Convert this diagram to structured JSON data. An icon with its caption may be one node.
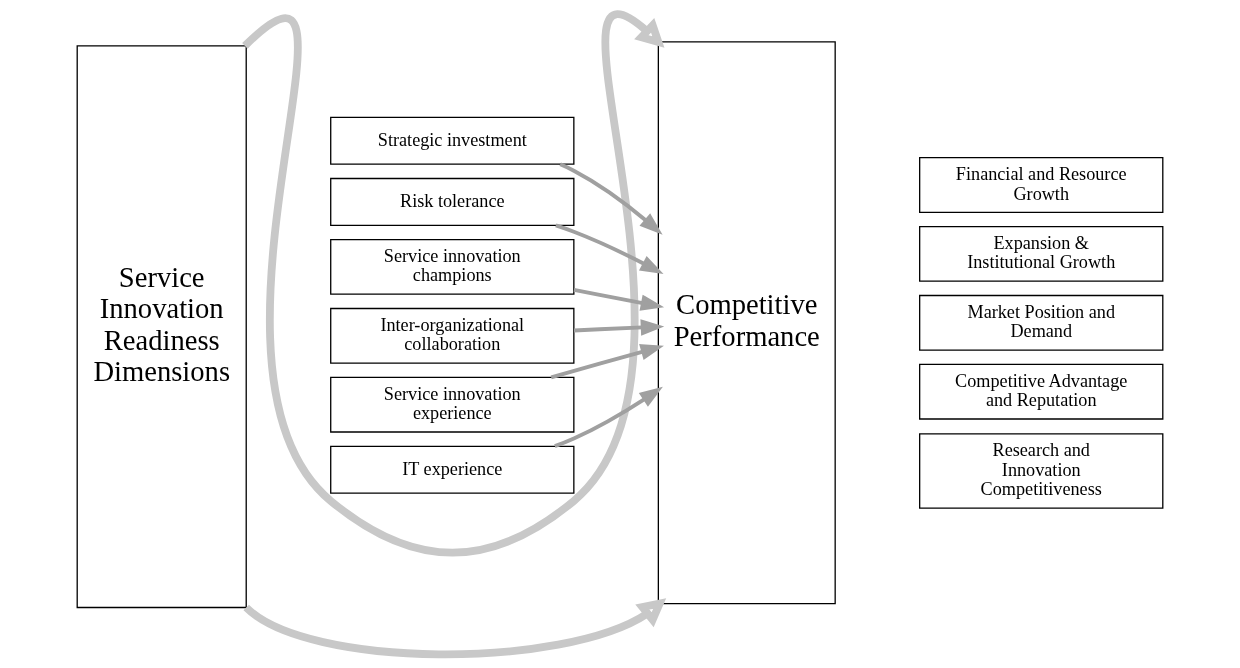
{
  "diagram": {
    "nodes": [
      {
        "text": [
          "Service Innovation Readiness Dimensions"
        ]
      },
      {
        "text": [
          "Strategic investment"
        ]
      },
      {
        "text": [
          "Risk tolerance"
        ]
      },
      {
        "text": [
          "Service innovation champions"
        ]
      },
      {
        "text": [
          "Inter-organizational collaboration"
        ]
      },
      {
        "text": [
          "Service innovation experience"
        ]
      },
      {
        "text": [
          "IT experience"
        ]
      },
      {
        "text": [
          "Competitive Performance"
        ]
      },
      {
        "text": [
          "Financial and Resource Growth"
        ]
      },
      {
        "text": [
          "Expansion & Institutional Growth"
        ]
      },
      {
        "text": [
          "Market Position and Demand"
        ]
      },
      {
        "text": [
          "Competitive Advantage and Reputation"
        ]
      },
      {
        "text": [
          "Research and Innovation Competitiveness"
        ]
      }
    ],
    "edges": [
      {
        "from": 1,
        "to": 7,
        "arrow": "to"
      },
      {
        "from": 2,
        "to": 7,
        "arrow": "to"
      },
      {
        "from": 3,
        "to": 7,
        "arrow": "to"
      },
      {
        "from": 4,
        "to": 7,
        "arrow": "to"
      },
      {
        "from": 5,
        "to": 7,
        "arrow": "to"
      },
      {
        "from": 6,
        "to": 7,
        "arrow": "to"
      },
      {
        "from": 0,
        "to": 7,
        "arrow": "to",
        "style": "thick"
      },
      {
        "from": 0,
        "to": 7,
        "arrow": "to",
        "style": "thick"
      }
    ]
  }
}
